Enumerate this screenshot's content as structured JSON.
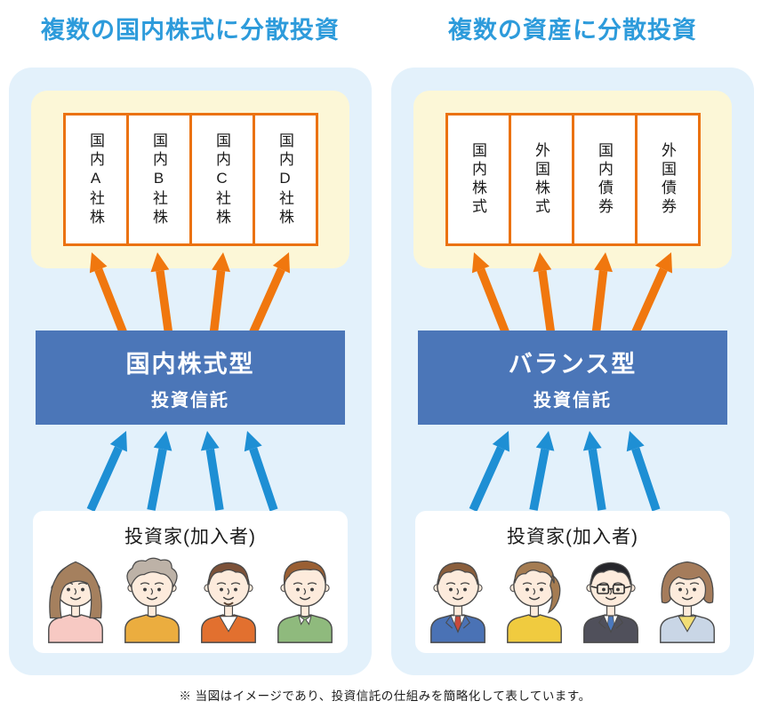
{
  "colors": {
    "title_blue": "#2D9BDB",
    "panel_bg": "#E3F1FB",
    "assets_bg": "#FCF7D7",
    "asset_border_orange": "#EB7211",
    "orange_arrow": "#F0770E",
    "fund_box_blue": "#4B76B8",
    "blue_arrow": "#1E8FD4",
    "fund_text": "#FFFFFF",
    "text_dark": "#1B1B1B"
  },
  "panels": [
    {
      "title": "複数の国内株式に分散投資",
      "assets": [
        "国内A社株",
        "国内B社株",
        "国内C社株",
        "国内D社株"
      ],
      "fund": {
        "type_label": "国内株式型",
        "product_label": "投資信託"
      },
      "investors_label": "投資家(加入者)",
      "people": [
        {
          "name": "woman-long-hair-pink-top",
          "hair": "long",
          "hairColor": "#A5805E",
          "top": "#F7C9C3"
        },
        {
          "name": "elderly-woman-curly-gray-hair",
          "hair": "curly",
          "hairColor": "#BDB2A7",
          "top": "#EBAD3F"
        },
        {
          "name": "man-goatee-orange-vneck",
          "hair": "short",
          "hairColor": "#7C5138",
          "top": "#E2702F",
          "inner": "#FFFFFF",
          "beard": true
        },
        {
          "name": "man-green-polo",
          "hair": "swept",
          "hairColor": "#9A5F33",
          "top": "#8FBA7D",
          "collar": true
        }
      ]
    },
    {
      "title": "複数の資産に分散投資",
      "assets": [
        "国内株式",
        "外国株式",
        "国内債券",
        "外国債券"
      ],
      "fund": {
        "type_label": "バランス型",
        "product_label": "投資信託"
      },
      "investors_label": "投資家(加入者)",
      "people": [
        {
          "name": "man-blue-suit-red-tie",
          "hair": "short",
          "hairColor": "#8A5E3C",
          "top": "#4A72B5",
          "suit": true,
          "tie": "#C84A3C"
        },
        {
          "name": "woman-ponytail-yellow-top",
          "hair": "ponytail",
          "hairColor": "#A57C52",
          "top": "#F0CB3F"
        },
        {
          "name": "man-glasses-dark-suit",
          "hair": "shortdark",
          "hairColor": "#26262B",
          "top": "#50505B",
          "suit": true,
          "tie": "#4C79BE",
          "glasses": true
        },
        {
          "name": "woman-bob-gray-jacket",
          "hair": "bob",
          "hairColor": "#A57C5B",
          "top": "#C9D6E6",
          "inner": "#F2DE76"
        }
      ]
    }
  ],
  "footnote": "※ 当図はイメージであり、投資信託の仕組みを簡略化して表しています。"
}
